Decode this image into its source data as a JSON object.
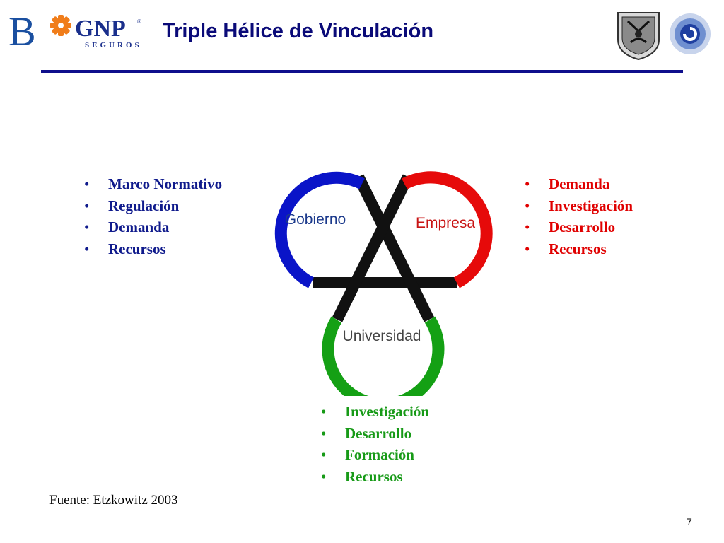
{
  "slide": {
    "title": "Triple Hélice de Vinculación",
    "page_number": "7",
    "source": "Fuente: Etzkowitz 2003"
  },
  "logos": {
    "left_letter": "B",
    "gnp_name": "GNP",
    "gnp_registered": "®",
    "gnp_subtitle": "SEGUROS"
  },
  "colors": {
    "title": "#0a0a78",
    "rule": "#0f0f8c",
    "gobierno": "#0a14c8",
    "empresa": "#e60a0a",
    "universidad": "#14a014",
    "gobierno_text": "#0f1a8c",
    "empresa_text": "#e00000",
    "universidad_text": "#179a17"
  },
  "diagram": {
    "gobierno": "Gobierno",
    "empresa": "Empresa",
    "universidad": "Universidad"
  },
  "lists": {
    "gobierno": [
      "Marco Normativo",
      "Regulación",
      "Demanda",
      "Recursos"
    ],
    "empresa": [
      "Demanda",
      "Investigación",
      "Desarrollo",
      "Recursos"
    ],
    "universidad": [
      "Investigación",
      "Desarrollo",
      "Formación",
      "Recursos"
    ]
  }
}
